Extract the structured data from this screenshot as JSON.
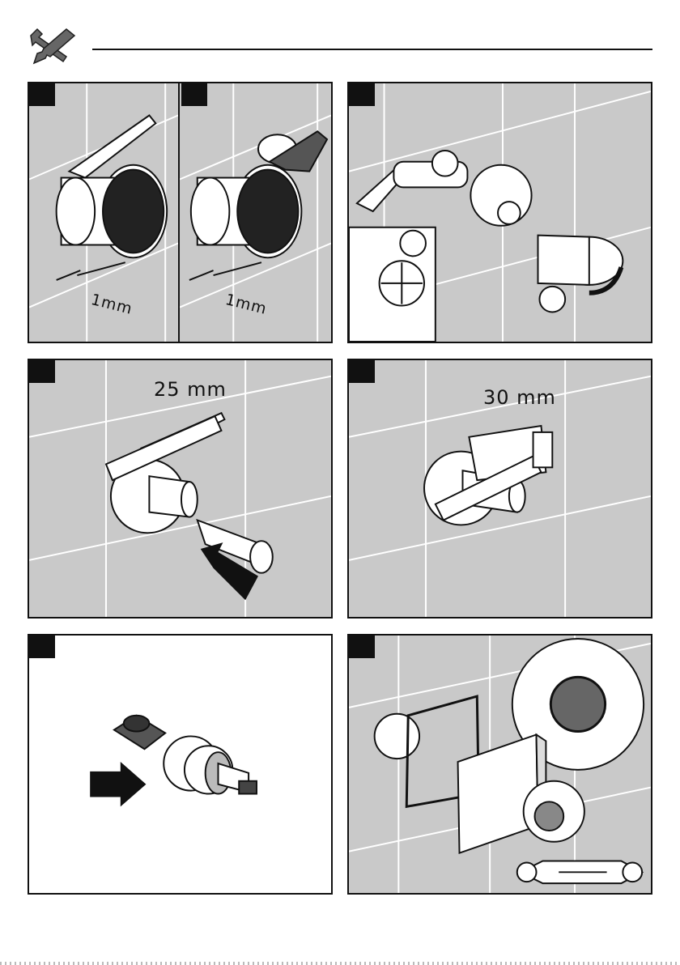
{
  "panels": [
    {
      "id": "p1",
      "labels": [
        "1mm",
        "1mm"
      ]
    },
    {
      "id": "p2",
      "labels": []
    },
    {
      "id": "p3",
      "labels": [
        "25 mm"
      ]
    },
    {
      "id": "p4",
      "labels": [
        "30 mm"
      ]
    },
    {
      "id": "p5",
      "labels": []
    },
    {
      "id": "p6",
      "labels": []
    }
  ],
  "icons": {
    "header": "wrench-screwdriver-icon",
    "spanner": "open-end-spanner-icon"
  }
}
